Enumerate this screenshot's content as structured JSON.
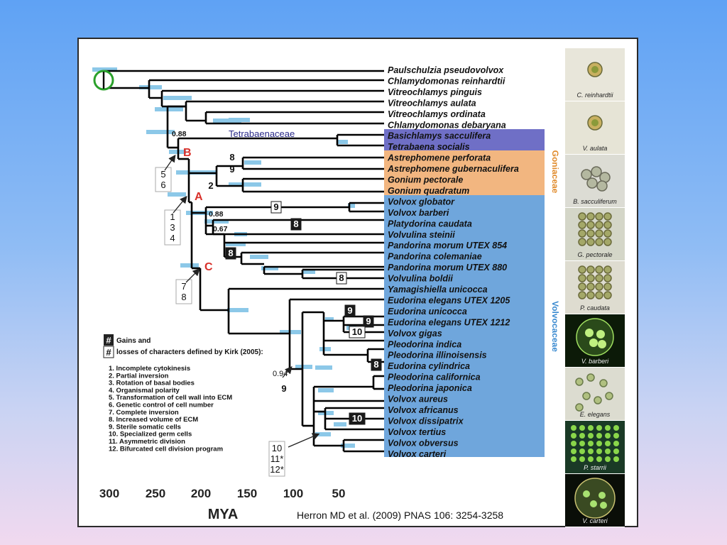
{
  "taxa": [
    "Paulschulzia pseudovolvox",
    "Chlamydomonas reinhardtii",
    "Vitreochlamys pinguis",
    "Vitreochlamys aulata",
    "Vitreochlamys ordinata",
    "Chlamydomonas debaryana",
    "Basichlamys sacculifera",
    "Tetrabaena socialis",
    "Astrephomene perforata",
    "Astrephomene gubernaculifera",
    "Gonium pectorale",
    "Gonium quadratum",
    "Volvox globator",
    "Volvox barberi",
    "Platydorina caudata",
    "Volvulina steinii",
    "Pandorina morum UTEX 854",
    "Pandorina colemaniae",
    "Pandorina morum UTEX 880",
    "Volvulina boldii",
    "Yamagishiella unicocca",
    "Eudorina elegans UTEX 1205",
    "Eudorina unicocca",
    "Eudorina elegans UTEX 1212",
    "Volvox gigas",
    "Pleodorina indica",
    "Pleodorina illinoisensis",
    "Eudorina cylindrica",
    "Pleodorina californica",
    "Pleodorina japonica",
    "Volvox aureus",
    "Volvox africanus",
    "Volvox dissipatrix",
    "Volvox tertius",
    "Volvox obversus",
    "Volvox carteri"
  ],
  "families": {
    "tetrabaenaceae": "Tetrabaenaceae",
    "goniaceae": "Goniaceae",
    "volvocaceae": "Volvocaceae",
    "color_tetrabaenaceae": "#6f6fc6",
    "color_goniaceae": "#f2b680",
    "color_volvocaceae": "#6fa6dc"
  },
  "node_letters": {
    "a": "A",
    "b": "B",
    "c": "C"
  },
  "support_values": {
    "s1": "0.88",
    "s2": "0.88",
    "s3": "0.67",
    "s4": "0.94"
  },
  "character_labels": {
    "b_chars": "5\n6",
    "a_chars": "1\n3\n4",
    "c_chars": "7\n8",
    "astrephomene_8": "8",
    "astrephomene_9": "9",
    "gonium_2": "2",
    "volvox_globator_9": "9",
    "platydorina_8": "8",
    "pandorina_8": "8",
    "volvulina_8": "8",
    "eudorina_9a": "9",
    "eudorina_9b": "9",
    "gigas_10": "10",
    "cylindrica_8": "8",
    "node_9": "9",
    "dissipatrix_10": "10",
    "volvox_chars": "10\n11*\n12*"
  },
  "axis": {
    "ticks": [
      "300",
      "250",
      "200",
      "150",
      "100",
      "50"
    ],
    "label": "MYA"
  },
  "legend": {
    "gains": "Gains and",
    "losses": "losses of characters defined by Kirk (2005):",
    "items": [
      "1. Incomplete cytokinesis",
      "2. Partial inversion",
      "3. Rotation of basal bodies",
      "4. Organismal polarity",
      "5. Transformation of cell wall into ECM",
      "6. Genetic control of cell number",
      "7. Complete inversion",
      "8. Increased volume of ECM",
      "9. Sterile somatic cells",
      "10. Specialized germ cells",
      "11. Asymmetric division",
      "12. Bifurcated cell division program"
    ]
  },
  "photos": [
    {
      "caption": "C. reinhardtii",
      "bg": "#e8e6da",
      "dark": false
    },
    {
      "caption": "V. aulata",
      "bg": "#e6e4d6",
      "dark": false
    },
    {
      "caption": "B. sacculiferum",
      "bg": "#dcdcd4",
      "dark": false
    },
    {
      "caption": "G. pectorale",
      "bg": "#d4d6c8",
      "dark": false
    },
    {
      "caption": "P. caudata",
      "bg": "#dedcd0",
      "dark": false
    },
    {
      "caption": "V. barberi",
      "bg": "#0c1a08",
      "dark": true
    },
    {
      "caption": "E. elegans",
      "bg": "#dcdcd0",
      "dark": false
    },
    {
      "caption": "P. starrii",
      "bg": "#1a3a26",
      "dark": true
    },
    {
      "caption": "V. carteri",
      "bg": "#0a0e08",
      "dark": true
    }
  ],
  "citation": "Herron MD et al. (2009) PNAS 106: 3254-3258"
}
